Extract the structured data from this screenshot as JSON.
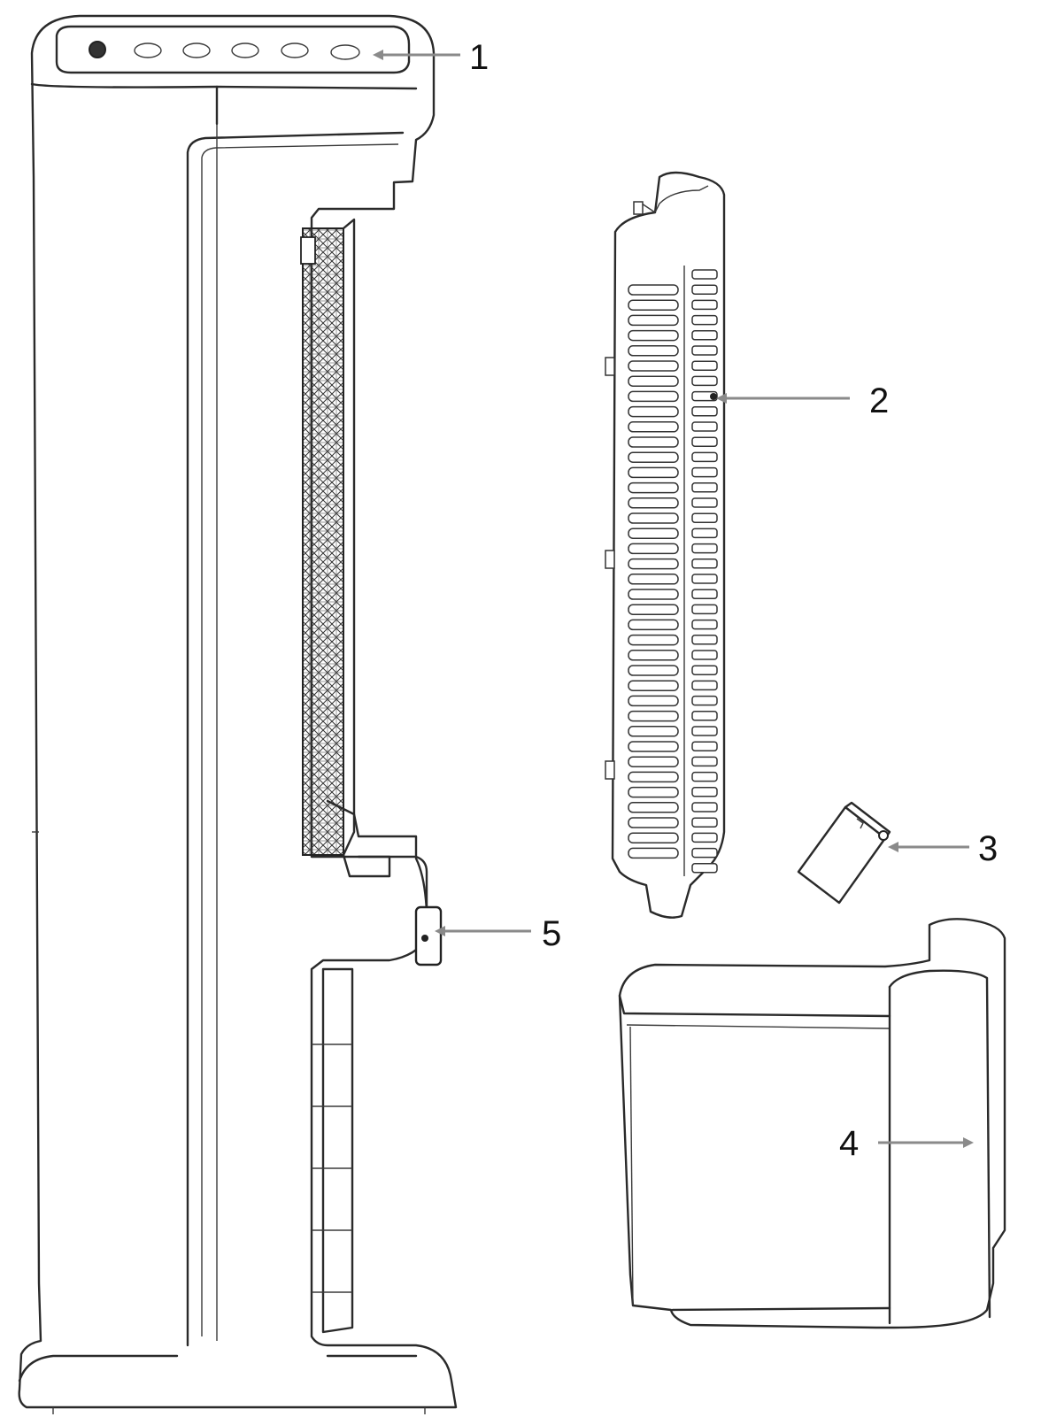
{
  "colors": {
    "line": "#2a2a2a",
    "arrow": "#8a8a8a",
    "label": "#111111",
    "background": "#ffffff"
  },
  "callouts": [
    {
      "id": "1",
      "label": "1"
    },
    {
      "id": "2",
      "label": "2"
    },
    {
      "id": "3",
      "label": "3"
    },
    {
      "id": "4",
      "label": "4"
    },
    {
      "id": "5",
      "label": "5"
    }
  ]
}
